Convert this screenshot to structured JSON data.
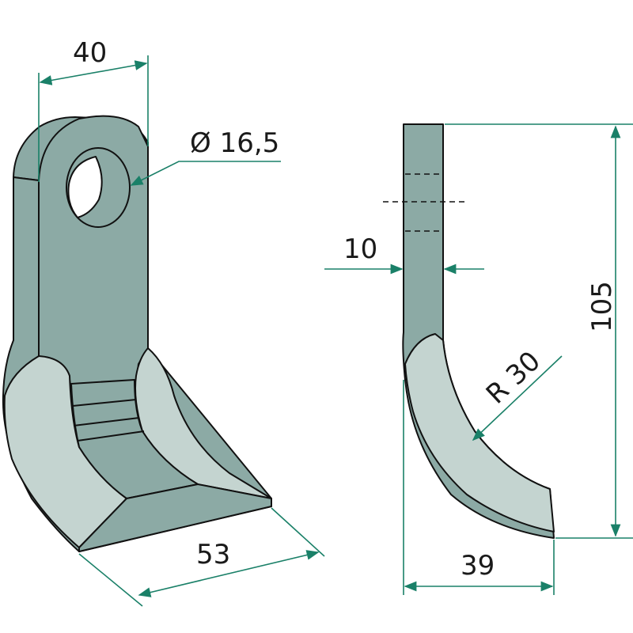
{
  "colors": {
    "body": "#8caaa5",
    "face": "#c4d4d0",
    "dimension": "#1a8068",
    "outline": "#111111"
  },
  "dimensions": {
    "width_top": "40",
    "hole_diameter": "Ø 16,5",
    "width_bottom": "53",
    "thickness": "10",
    "radius": "R 30",
    "height": "105",
    "depth": "39"
  }
}
